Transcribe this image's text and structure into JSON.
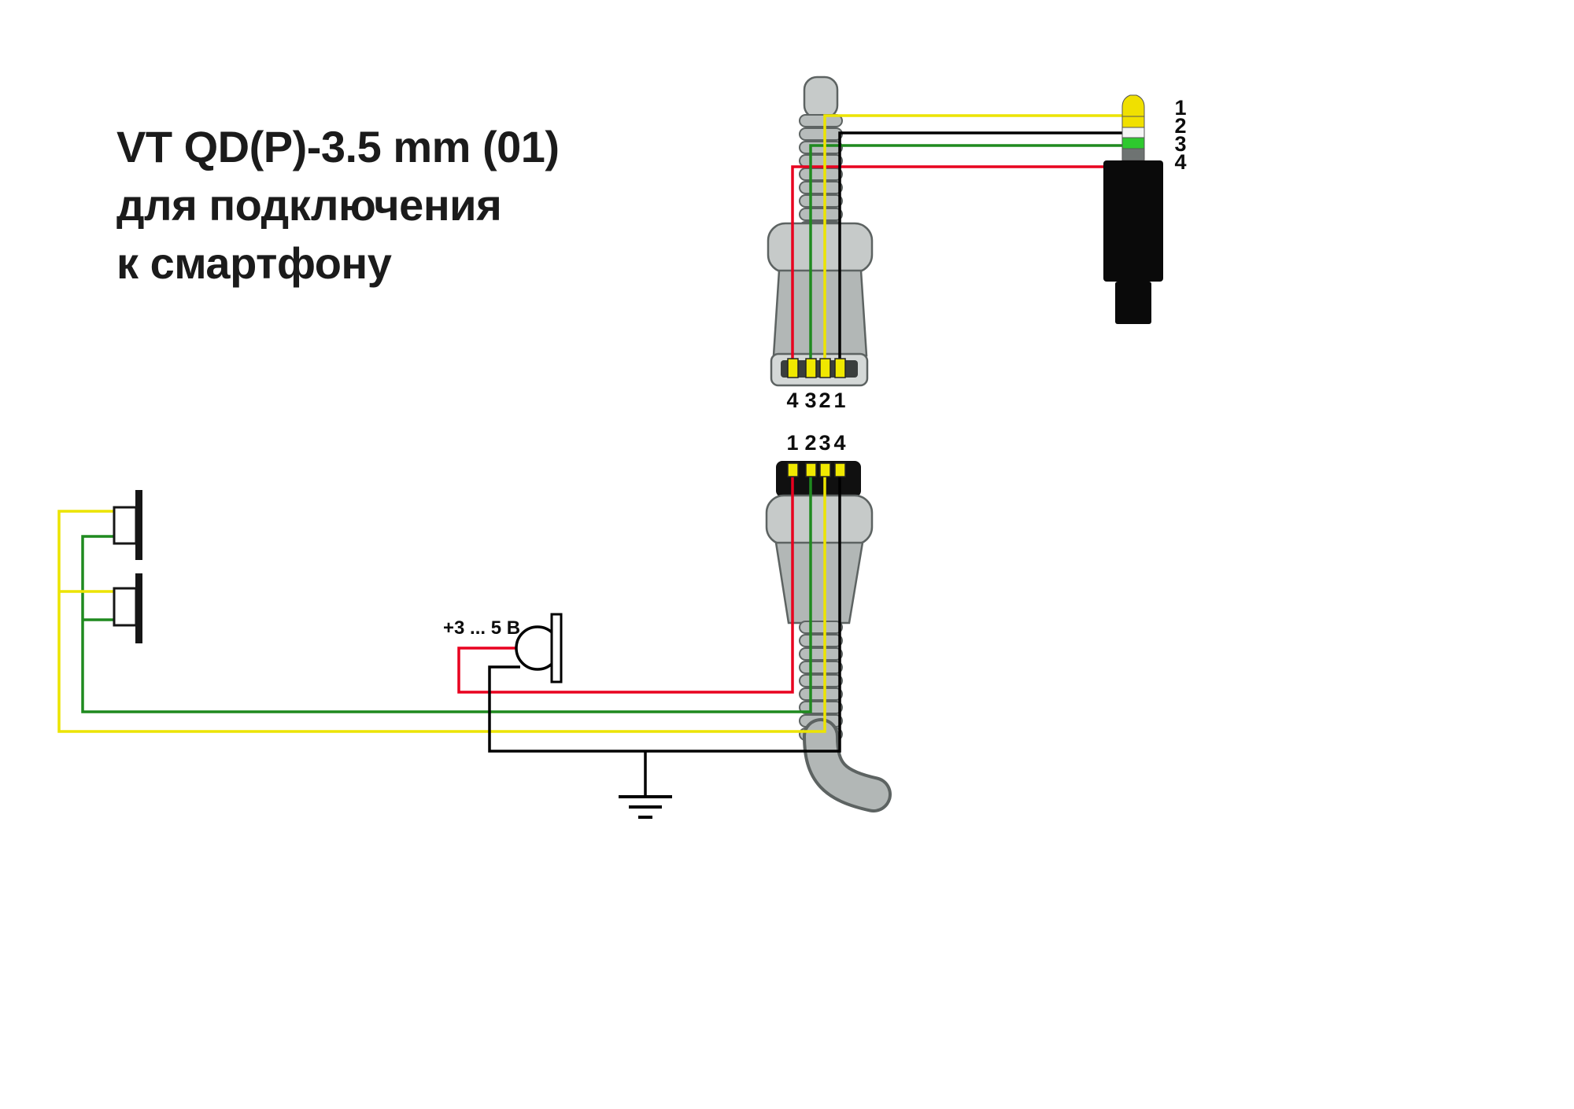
{
  "title": {
    "line1": "VT QD(P)-3.5 mm (01)",
    "line2": "для подключения",
    "line3": "к смартфону"
  },
  "jack": {
    "pin_labels": [
      "1",
      "2",
      "3",
      "4"
    ]
  },
  "qd_top": {
    "pin_labels": [
      "4",
      "3",
      "2",
      "1"
    ]
  },
  "qd_bottom": {
    "pin_labels": [
      "1",
      "2",
      "3",
      "4"
    ]
  },
  "mic": {
    "power_label": "+3 ... 5 В"
  },
  "wires": [
    {
      "id": "yellow",
      "color": "#ece400"
    },
    {
      "id": "green",
      "color": "#1f8a1f"
    },
    {
      "id": "red",
      "color": "#e8001f"
    },
    {
      "id": "black",
      "color": "#000000"
    }
  ],
  "colors": {
    "wire_yellow": "#ece400",
    "wire_green": "#1f8a1f",
    "wire_red": "#e8001f",
    "wire_black": "#000000",
    "contact_yellow": "#f0e800",
    "tip_yellow": "#f0e000",
    "band_yellow": "#f0e000",
    "band_white": "#f5f5f5",
    "band_green": "#2ec92e",
    "band_grey": "#6e7372",
    "jack_black": "#0a0a0a"
  }
}
